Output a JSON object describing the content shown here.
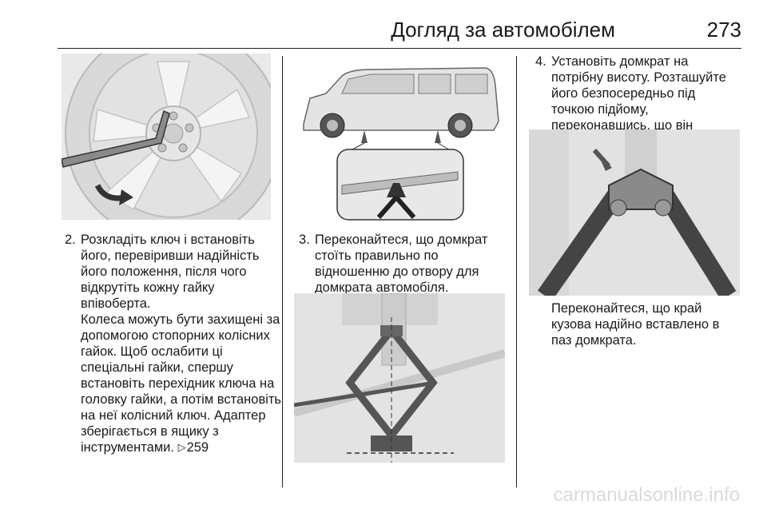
{
  "header": {
    "title": "Догляд за автомобілем",
    "page_number": "273"
  },
  "column1": {
    "step_number": "2.",
    "step_text": "Розкладіть ключ і встановіть його, перевіривши надійність його положення, після чого відкрутіть кожну гайку впівоберта.",
    "note_text": "Колеса можуть бути захищені за допомогою стопорних колісних гайок. Щоб ослабити ці спеціальні гайки, спершу встановіть перехідник ключа на головку гайки, а потім встановіть на неї колісний ключ. Адаптер зберігається в ящику з інструментами.",
    "reference_icon": "reference-arrow-icon",
    "reference_page": "259"
  },
  "column2": {
    "step_number": "3.",
    "step_text": "Переконайтеся, що домкрат стоїть правильно по відношенню до отвору для домкрата автомобіля."
  },
  "column3": {
    "step_number": "4.",
    "step_text": "Установіть домкрат на потрібну висоту. Розташуйте його безпосередньо під точкою підйому, переконавшись, що він надійно зафіксований на місці.",
    "note_text": "Переконайтеся, що край кузова надійно вставлено в паз домкрата."
  },
  "footer": {
    "watermark": "carmanualsonline.info"
  }
}
